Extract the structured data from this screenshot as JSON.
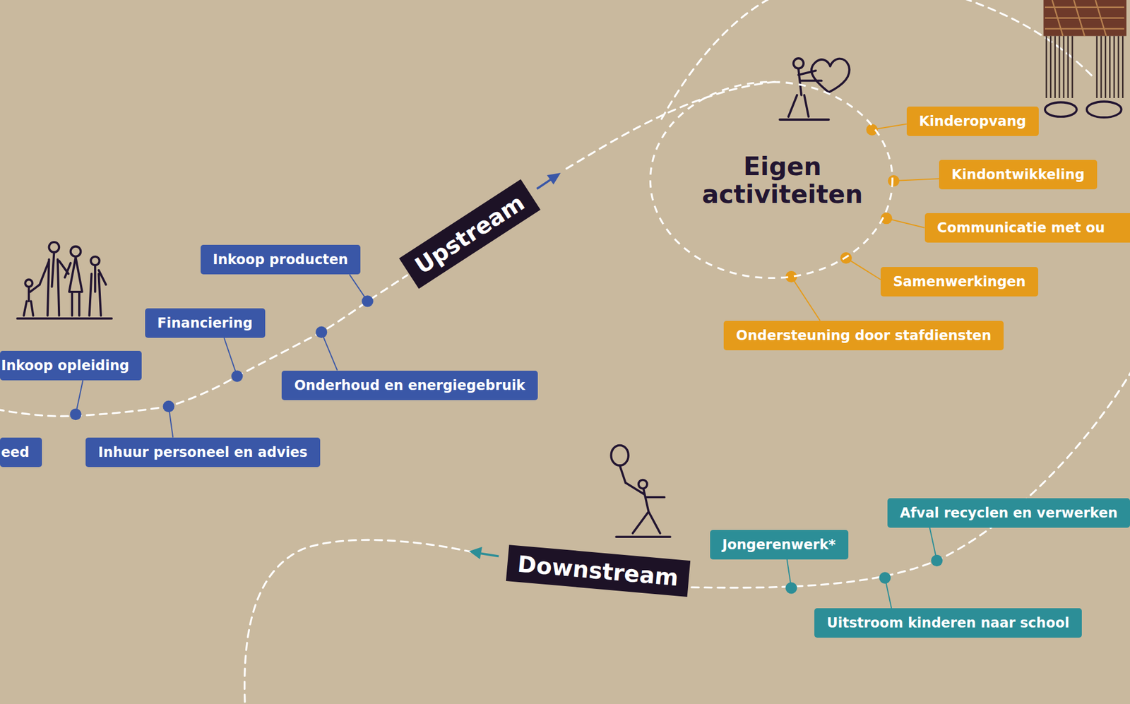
{
  "diagram": {
    "nodes": [
      {
        "text": [
          "Eigen activiteiten"
        ]
      },
      {
        "text": [
          "Kinderopvang"
        ]
      },
      {
        "text": [
          "Kindontwikkeling"
        ]
      },
      {
        "text": [
          "Communicatie met ou"
        ]
      },
      {
        "text": [
          "Samenwerkingen"
        ]
      },
      {
        "text": [
          "Ondersteuning door stafdiensten"
        ]
      },
      {
        "text": [
          "Inkoop producten"
        ]
      },
      {
        "text": [
          "Upstream"
        ]
      },
      {
        "text": [
          "Financiering"
        ]
      },
      {
        "text": [
          "Inkoop opleiding"
        ]
      },
      {
        "text": [
          "Onderhoud en energiegebruik"
        ]
      },
      {
        "text": [
          "eed"
        ]
      },
      {
        "text": [
          "Inhuur personeel en advies"
        ]
      },
      {
        "text": [
          "Afval recyclen en verwerken"
        ]
      },
      {
        "text": [
          "Jongerenwerk*"
        ]
      },
      {
        "text": [
          "Downstream"
        ]
      },
      {
        "text": [
          "Uitstroom kinderen naar school"
        ]
      }
    ]
  }
}
